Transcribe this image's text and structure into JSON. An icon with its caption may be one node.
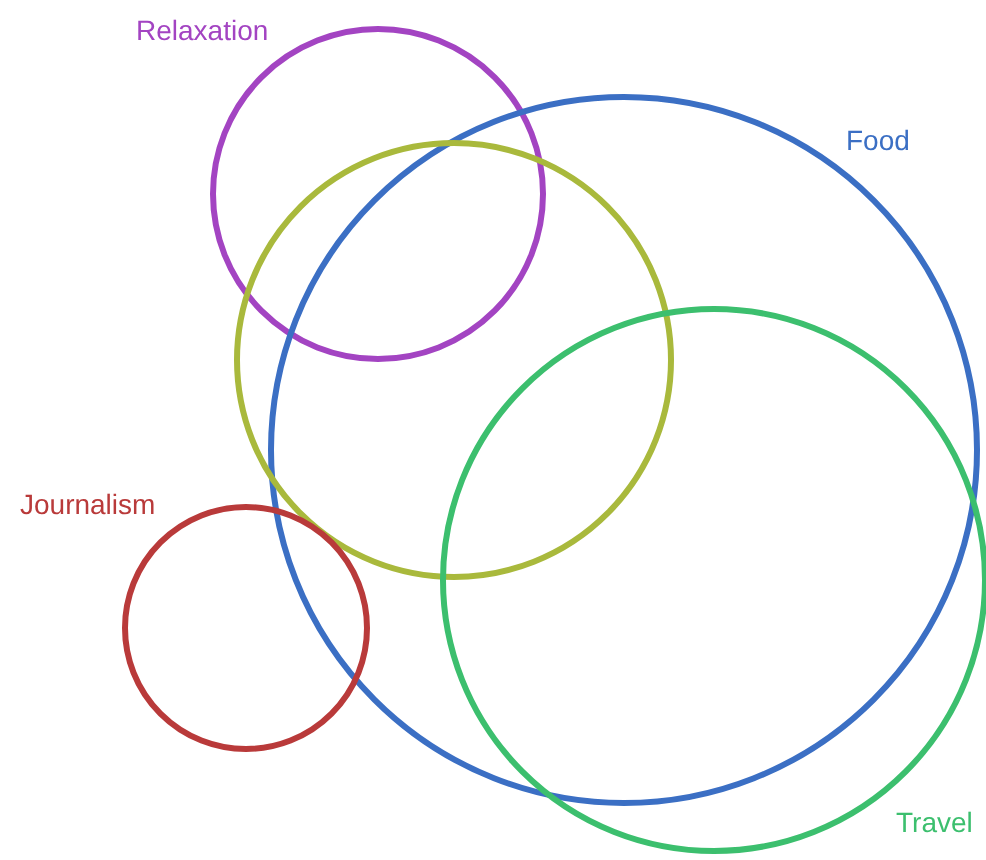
{
  "diagram": {
    "nodes": [
      {
        "text": [
          "Relaxation"
        ]
      },
      {
        "text": [
          "Food"
        ]
      },
      {
        "text": [],
        "shape": "circle"
      },
      {
        "text": [
          "Journalism"
        ]
      },
      {
        "text": [
          "Travel"
        ]
      }
    ]
  }
}
